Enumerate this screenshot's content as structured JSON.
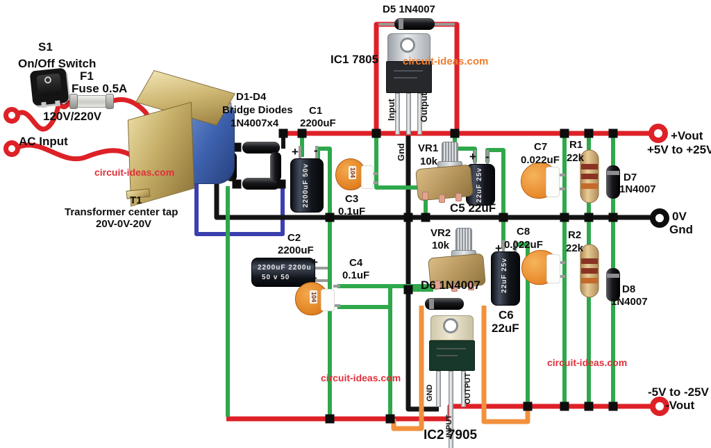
{
  "watermark": "circuit-ideas.com",
  "labels": {
    "s1_ref": "S1",
    "s1_name": "On/Off Switch",
    "f1_ref": "F1",
    "f1_name": "Fuse 0.5A",
    "ac_voltage": "120V/220V",
    "ac_input": "AC Input",
    "t1_ref": "T1",
    "t1_name": "Transformer center tap",
    "t1_secondary": "20V-0V-20V",
    "bridge_ref": "D1-D4",
    "bridge_name": "Bridge Diodes",
    "bridge_part": "1N4007x4",
    "c1_ref": "C1",
    "c1_val": "2200uF",
    "c2_ref": "C2",
    "c2_val": "2200uF",
    "c3_ref": "C3",
    "c3_val": "0.1uF",
    "c4_ref": "C4",
    "c4_val": "0.1uF",
    "c5_lbl": "C5 22uF",
    "c6_ref": "C6",
    "c6_val": "22uF",
    "c7_ref": "C7",
    "c7_val": "0.022uF",
    "c8_ref": "C8",
    "c8_val": "0.022uF",
    "d5_lbl": "D5 1N4007",
    "d6_lbl": "D6 1N4007",
    "d7_ref": "D7",
    "d7_part": "1N4007",
    "d8_ref": "D8",
    "d8_part": "1N4007",
    "r1_ref": "R1",
    "r1_val": "22k",
    "r2_ref": "R2",
    "r2_val": "22k",
    "vr1_ref": "VR1",
    "vr1_val": "10k",
    "vr2_ref": "VR2",
    "vr2_val": "10k",
    "ic1_lbl": "IC1 7805",
    "ic2_lbl": "IC2 7905"
  },
  "pins": {
    "ic1": {
      "input": "Input",
      "gnd": "Gnd",
      "output": "Output"
    },
    "ic2": {
      "gnd": "GND",
      "input": "INPUT",
      "output": "OUTPUT"
    }
  },
  "terminals": {
    "pos_line1": "+Vout",
    "pos_line2": "+5V to +25V",
    "gnd_line1": "0V",
    "gnd_line2": "Gnd",
    "neg_line1": "-5V to -25V",
    "neg_line2": "-Vout"
  },
  "marks": {
    "plus": "+",
    "minus": "-",
    "c1_body": "2200uF 50v",
    "c2_body1": "2200uF 2200u",
    "c2_body2": "50 v 50",
    "c5_body": "22uF 25v",
    "c6_body": "22uF 25v",
    "disc_code": "104"
  },
  "colors": {
    "wire_red": "#dd2127",
    "wire_green": "#2fa84c",
    "wire_black": "#141414",
    "wire_blue": "#3a3fae",
    "wire_orange": "#f2913d",
    "watermark_red": "#e0303a",
    "watermark_orange": "#ed7d31"
  }
}
